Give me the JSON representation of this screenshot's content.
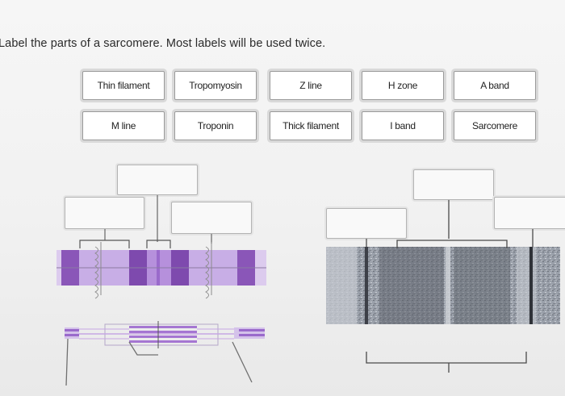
{
  "instruction": "Label the parts of a sarcomere. Most labels will be used twice.",
  "labels": [
    {
      "text": "Thin filament"
    },
    {
      "text": "Tropomyosin"
    },
    {
      "text": "Z line"
    },
    {
      "text": "H zone"
    },
    {
      "text": "A band"
    },
    {
      "text": "M line"
    },
    {
      "text": "Troponin"
    },
    {
      "text": "Thick filament"
    },
    {
      "text": "I band"
    },
    {
      "text": "Sarcomere"
    }
  ],
  "colors": {
    "band_dark": "#8a56b8",
    "band_mid": "#b78fdc",
    "band_light": "#d9c6ec",
    "filament": "#c6a6e3",
    "micrograph_dark": "#5a5e66",
    "micrograph_light": "#b8bcc4",
    "leader_line": "#707070",
    "drop_zone_border": "#b3b3b3"
  }
}
